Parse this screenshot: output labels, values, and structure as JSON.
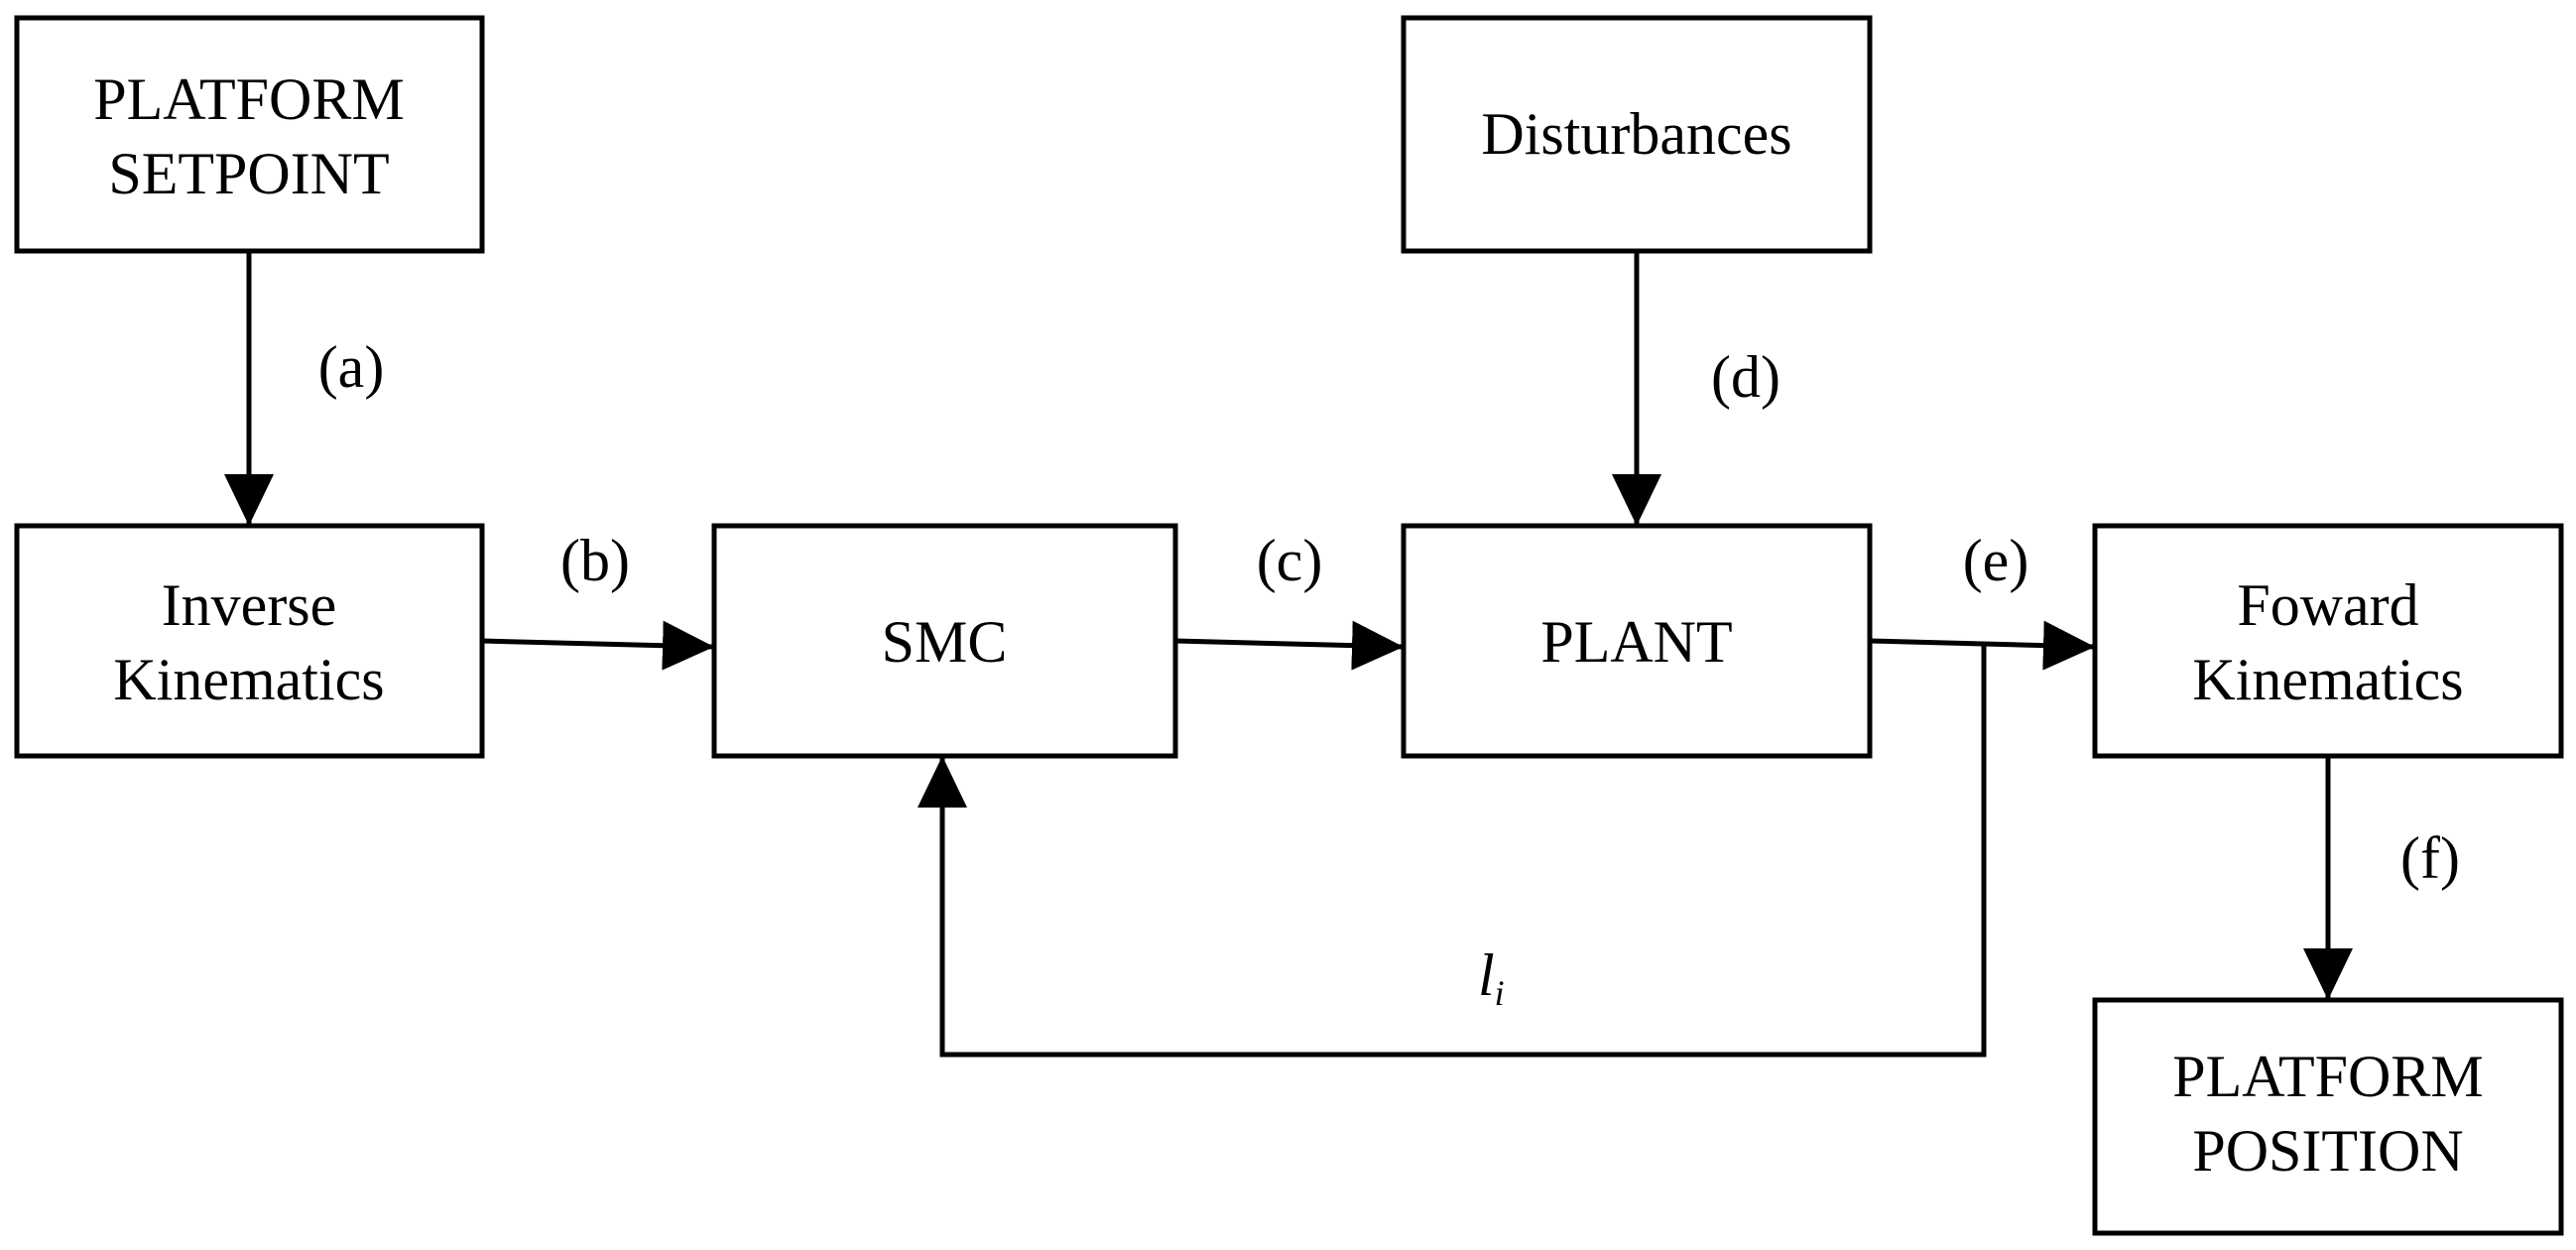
{
  "blocks": {
    "setpoint": {
      "lines": [
        "PLATFORM",
        "SETPOINT"
      ]
    },
    "inverse_kinematics": {
      "lines": [
        "Inverse",
        "Kinematics"
      ]
    },
    "smc": {
      "lines": [
        "SMC"
      ]
    },
    "disturbances": {
      "lines": [
        "Disturbances"
      ]
    },
    "plant": {
      "lines": [
        "PLANT"
      ]
    },
    "forward_kinematics": {
      "lines": [
        "Foward",
        "Kinematics"
      ]
    },
    "position": {
      "lines": [
        "PLATFORM",
        "POSITION"
      ]
    }
  },
  "edge_labels": {
    "a": "(a)",
    "b": "(b)",
    "c": "(c)",
    "d": "(d)",
    "e": "(e)",
    "f": "(f)"
  },
  "feedback_label": {
    "base": "l",
    "subscript": "i"
  },
  "colors": {
    "stroke": "#000000",
    "background": "#ffffff"
  }
}
